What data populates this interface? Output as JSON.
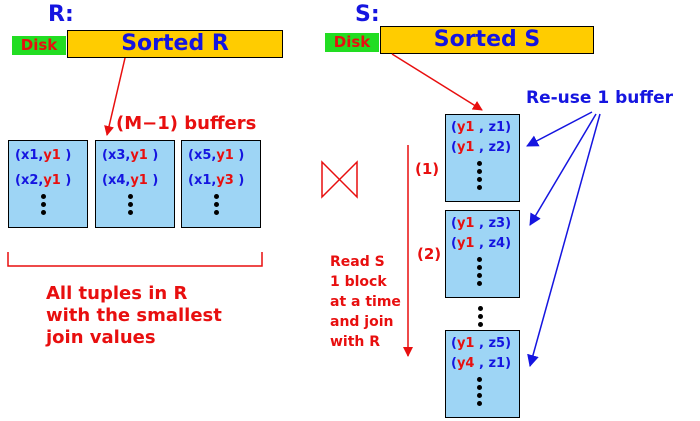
{
  "relation_r": {
    "title": "R:",
    "disk_label": "Disk",
    "bar_label": "Sorted R",
    "buffers_label": "(M−1) buffers",
    "buffers": [
      {
        "tuples": [
          {
            "a": "(x1,",
            "b": "y1",
            "c": " )"
          },
          {
            "a": "(x2,",
            "b": "y1",
            "c": " )"
          }
        ]
      },
      {
        "tuples": [
          {
            "a": "(x3,",
            "b": "y1",
            "c": " )"
          },
          {
            "a": "(x4,",
            "b": "y1",
            "c": " )"
          }
        ]
      },
      {
        "tuples": [
          {
            "a": "(x5,",
            "b": "y1",
            "c": " )"
          },
          {
            "a": "(x1,",
            "b": "y3",
            "c": " )"
          }
        ]
      }
    ],
    "caption_lines": [
      "All tuples in R",
      "with the smallest",
      "join values"
    ]
  },
  "relation_s": {
    "title": "S:",
    "disk_label": "Disk",
    "bar_label": "Sorted S",
    "reuse_label": "Re-use 1 buffer",
    "buffers": [
      {
        "tuples": [
          {
            "a": "(",
            "b": "y1",
            "c": " , z1)"
          },
          {
            "a": "(",
            "b": "y1",
            "c": " , z2)"
          }
        ]
      },
      {
        "tuples": [
          {
            "a": "(",
            "b": "y1",
            "c": " , z3)"
          },
          {
            "a": "(",
            "b": "y1",
            "c": " , z4)"
          }
        ]
      },
      {
        "tuples": [
          {
            "a": "(",
            "b": "y1",
            "c": " , z5)"
          },
          {
            "a": "(",
            "b": "y4",
            "c": " , z1)"
          }
        ]
      }
    ],
    "step_labels": [
      "(1)",
      "(2)"
    ],
    "read_lines": [
      "Read S",
      "1 block",
      "at a time",
      "and join",
      "with R"
    ]
  },
  "colors": {
    "blue": "#1515e0",
    "red": "#e80f0f",
    "bar": "#ffcc00",
    "disk": "#22dd22",
    "buffer": "#9ed5f5"
  },
  "join_symbol": "bowtie-icon"
}
